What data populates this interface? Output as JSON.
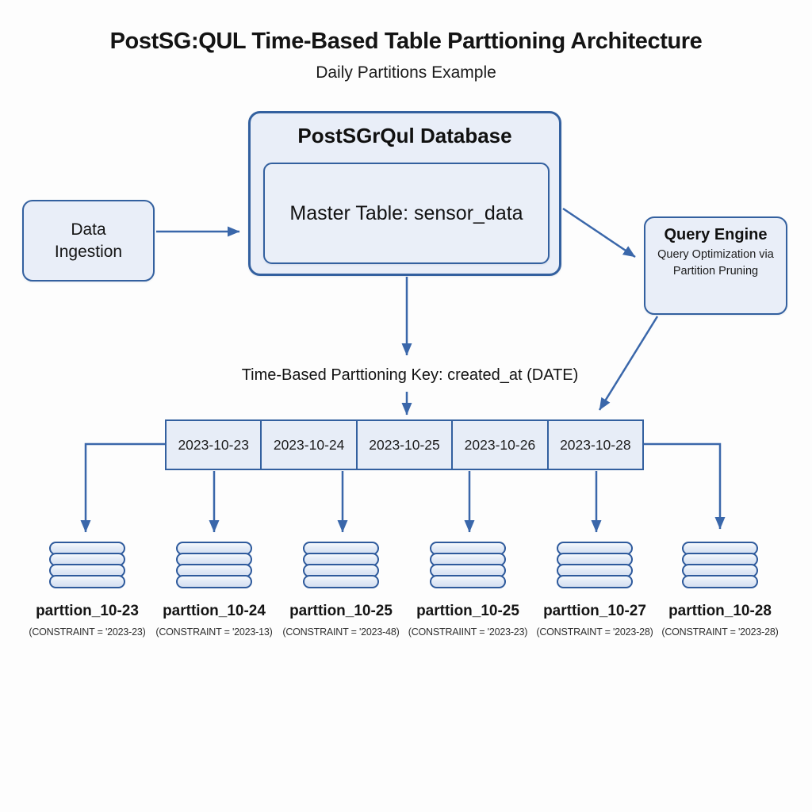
{
  "title": "PostSG:QUL Time-Based Table Parttioning Architecture",
  "subtitle": "Daily Partitions Example",
  "database": {
    "title": "PostSGrQul Database",
    "master_table_label": "Master Table: sensor_data"
  },
  "data_ingestion": {
    "label": "Data\nIngestion"
  },
  "query_engine": {
    "title": "Query Engine",
    "description": "Query Optimization via Partition Pruning"
  },
  "partition_key_label": "Time-Based Parttioning Key: created_at (DATE)",
  "partition_row": [
    "2023-10-23",
    "2023-10-24",
    "2023-10-25",
    "2023-10-26",
    "2023-10-28"
  ],
  "partitions": [
    {
      "name": "parttion_10-23",
      "constraint": "(CONSTRAINT = '2023-23)"
    },
    {
      "name": "parttion_10-24",
      "constraint": "(CONSTRAINT = '2023-13)"
    },
    {
      "name": "parttion_10-25",
      "constraint": "(CONSTRAINT = '2023-48)"
    },
    {
      "name": "parttion_10-25",
      "constraint": "(CONSTRAIINT = '2023-23)"
    },
    {
      "name": "parttion_10-27",
      "constraint": "(CONSTRAINT = '2023-28)"
    },
    {
      "name": "parttion_10-28",
      "constraint": "(CONSTRAINT = '2023-28)"
    }
  ],
  "colors": {
    "node_fill": "#e9eef8",
    "node_border": "#33609f",
    "arrow": "#3a67aa",
    "text": "#1a1a1a",
    "background": "#fdfdfd"
  }
}
